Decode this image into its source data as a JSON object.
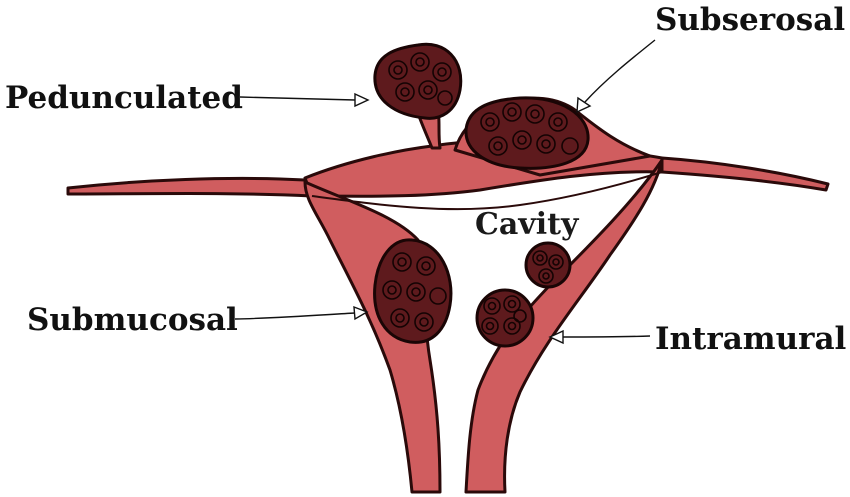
{
  "labels": {
    "pedunculated": "Pedunculated",
    "subserosal": "Subserosal",
    "cavity": "Cavity",
    "submucosal": "Submucosal",
    "intramural": "Intramural"
  },
  "colors": {
    "tissue": "#d05d5f",
    "fibroid": "#5e1a1d",
    "outline": "#2a0a0a",
    "background": "#ffffff",
    "text": "#111111"
  }
}
